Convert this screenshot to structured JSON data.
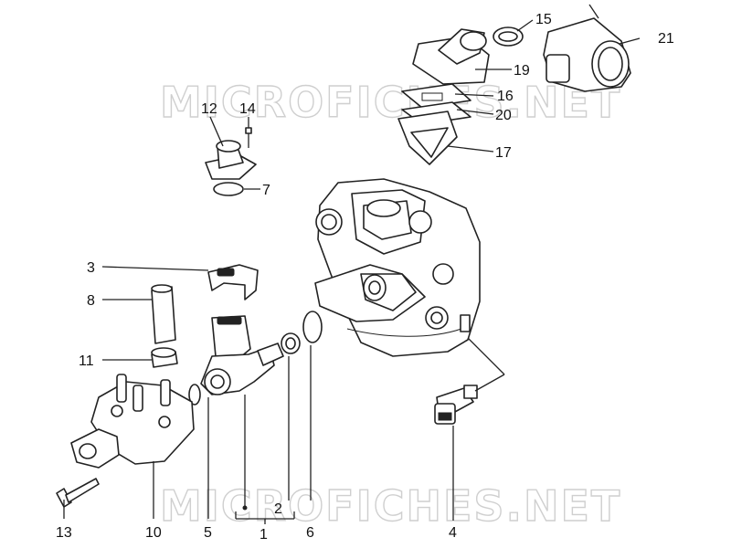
{
  "watermark": "MICROFICHES.NET",
  "colors": {
    "line": "#222222",
    "watermark": "#cfcfcf",
    "background": "#ffffff"
  },
  "callouts": {
    "c1": "1",
    "c2": "2",
    "c3": "3",
    "c4": "4",
    "c5": "5",
    "c6": "6",
    "c7": "7",
    "c8": "8",
    "c10": "10",
    "c11": "11",
    "c12": "12",
    "c13": "13",
    "c14": "14",
    "c15": "15",
    "c16": "16",
    "c17": "17",
    "c19": "19",
    "c20": "20",
    "c21": "21"
  }
}
